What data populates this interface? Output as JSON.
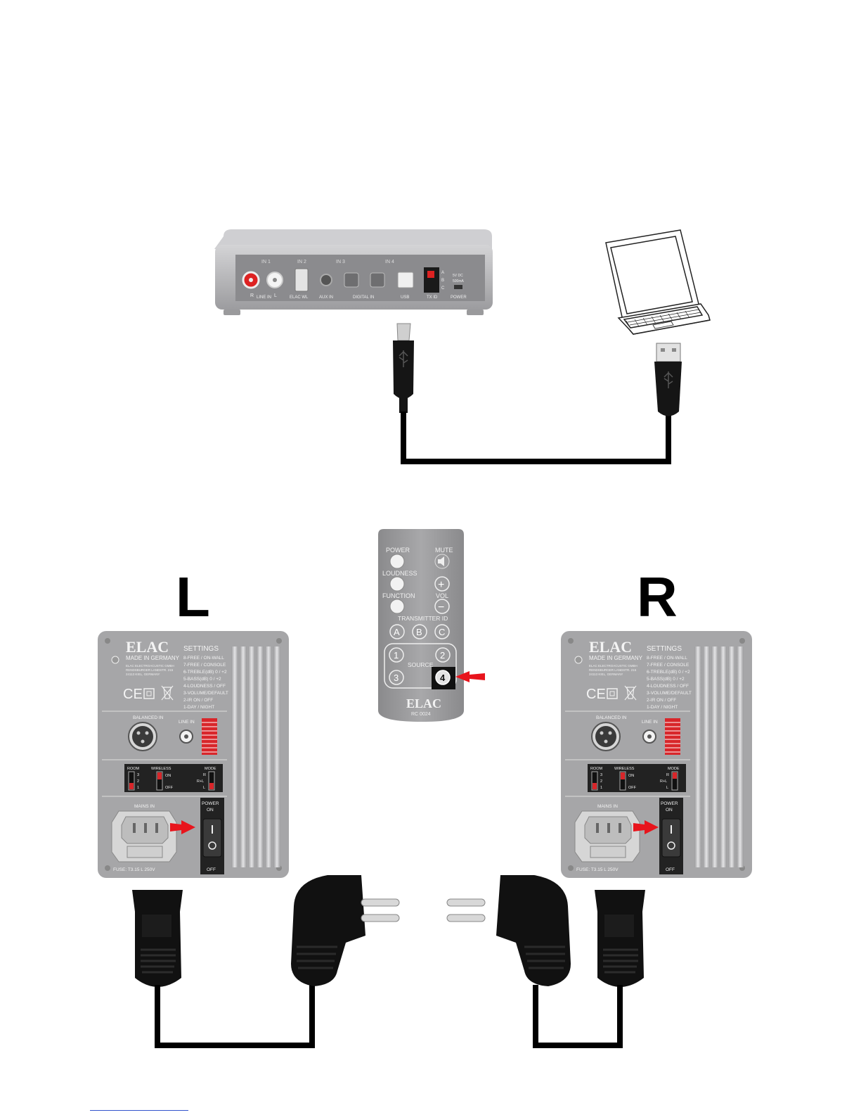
{
  "labels": {
    "left": "L",
    "right": "R"
  },
  "transmitter": {
    "inputs": [
      "IN 1",
      "IN 2",
      "IN 3",
      "IN 4"
    ],
    "port_labels": [
      "LINE IN",
      "ELAC WL",
      "AUX IN",
      "DIGITAL IN",
      "USB",
      "TX ID",
      "POWER"
    ],
    "rca": [
      "R",
      "L"
    ],
    "tx_switch": [
      "A",
      "B",
      "C"
    ],
    "power_spec": [
      "5V DC",
      "500mA"
    ]
  },
  "remote": {
    "buttons": {
      "power": "POWER",
      "mute": "MUTE",
      "loudness": "LOUDNESS",
      "function": "FUNCTION",
      "vol": "VOL",
      "plus": "+",
      "minus": "−"
    },
    "transmitter_id_label": "TRANSMITTER ID",
    "ids": [
      "A",
      "B",
      "C"
    ],
    "source_label": "SOURCE",
    "sources": [
      "1",
      "2",
      "3",
      "4"
    ],
    "brand": "ELAC",
    "model": "RC 0024"
  },
  "speaker": {
    "brand": "ELAC",
    "made_in": "MADE IN GERMANY",
    "company": [
      "ELAC ELECTROACUSTIC GMBH",
      "RENDSBURGER LANDSTR. 215",
      "24113 KIEL, GERMANY"
    ],
    "settings_title": "SETTINGS",
    "settings": [
      "8-FREE / ON-WALL",
      "7-FREE / CONSOLE",
      "6-TREBLE(dB) 0 / +2",
      "5-BASS(dB) 0 / +2",
      "4-LOUDNESS / OFF",
      "3-VOLUME/DEFAULT",
      "2-IR ON / OFF",
      "1-DAY / NIGHT"
    ],
    "balanced_in": "BALANCED IN",
    "line_in": "LINE IN",
    "room": "ROOM",
    "room_positions": [
      "3",
      "2",
      "1"
    ],
    "wireless": "WIRELESS",
    "wireless_positions": [
      "ON",
      "OFF"
    ],
    "mode": "MODE",
    "mode_positions": [
      "R",
      "R+L",
      "L"
    ],
    "mains_in": "MAINS IN",
    "power": [
      "POWER",
      "ON",
      "OFF"
    ],
    "fuse": "FUSE: T3.15 L 250V"
  },
  "colors": {
    "arrow": "#e8141c",
    "cable": "#000000",
    "panel": "#a6a6a8",
    "switch_red": "#d8262a"
  }
}
